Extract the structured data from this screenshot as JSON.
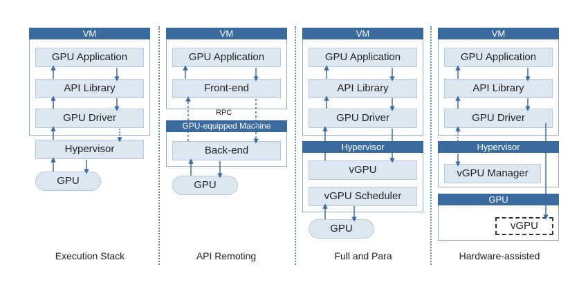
{
  "columns": [
    {
      "caption": "Execution Stack",
      "vm_header": "VM",
      "app": "GPU Application",
      "api": "API Library",
      "driver": "GPU Driver",
      "hypervisor": "Hypervisor",
      "gpu": "GPU"
    },
    {
      "caption": "API Remoting",
      "vm_header": "VM",
      "app": "GPU Application",
      "frontend": "Front-end",
      "rpc": "RPC",
      "machine_header": "GPU-equipped Machine",
      "backend": "Back-end",
      "gpu": "GPU"
    },
    {
      "caption": "Full and Para",
      "vm_header": "VM",
      "app": "GPU Application",
      "api": "API Library",
      "driver": "GPU Driver",
      "hypervisor_header": "Hypervisor",
      "vgpu": "vGPU",
      "scheduler": "vGPU Scheduler",
      "gpu": "GPU"
    },
    {
      "caption": "Hardware-assisted",
      "vm_header": "VM",
      "app": "GPU Application",
      "api": "API Library",
      "driver": "GPU Driver",
      "hypervisor_header": "Hypervisor",
      "manager": "vGPU Manager",
      "gpu_header": "GPU",
      "vgpu": "vGPU"
    }
  ],
  "colors": {
    "header": "#3b6a9c",
    "box_fill": "#dde7f2",
    "arrow": "#3b6a9c"
  }
}
